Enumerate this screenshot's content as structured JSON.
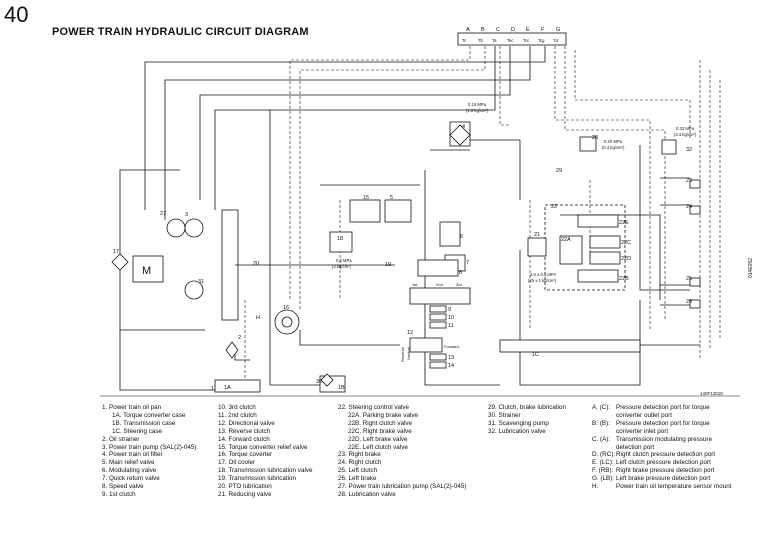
{
  "page_number": "40",
  "title": "POWER TRAIN HYDRAULIC CIRCUIT DIAGRAM",
  "figure_code": "140F12019",
  "side_code": "014E052",
  "port_letters": [
    "A",
    "B",
    "C",
    "D",
    "E",
    "F",
    "G"
  ],
  "port_symbols": [
    "Tc",
    "Tb",
    "Ta",
    "Tec",
    "Tcc",
    "Tcg",
    "Td"
  ],
  "pressure_labels": {
    "p1": "0.15 MPa",
    "p1_kg": "(1.5 kg/cm²)",
    "p2": "0.33 MPa",
    "p2_kg": "(3.4 kg/cm²)",
    "p3": "0.20 MPa",
    "p3_kg": "(0.4 kg/cm²)",
    "p4": "0.3 MPa",
    "p4_kg": "(3 kg/cm²)",
    "p5": "2.6 ± 0.1 MPA",
    "p5_kg": "(25 ± 1 kg/cm²)"
  },
  "symbols": {
    "motor": "M",
    "reverse": "Reverse",
    "neutral": "Neutral",
    "forward": "Forward",
    "first": "1st",
    "second": "2nd",
    "third": "3rd"
  },
  "part_numbers": [
    "1",
    "1A",
    "1B",
    "1C",
    "2",
    "3",
    "4",
    "5",
    "6",
    "7",
    "8",
    "9",
    "10",
    "11",
    "12",
    "13",
    "14",
    "15",
    "16",
    "17",
    "18",
    "19",
    "20",
    "21",
    "22",
    "22A",
    "22B",
    "22C",
    "22D",
    "22E",
    "23",
    "24",
    "25",
    "26",
    "27",
    "28",
    "29",
    "30",
    "31",
    "32",
    "H"
  ],
  "legend_col1": [
    {
      "text": "1.  Power train oil pan",
      "sub": false
    },
    {
      "text": "1A.  Torque converter case",
      "sub": true
    },
    {
      "text": "1B.  Transmission case",
      "sub": true
    },
    {
      "text": "1C.  Steering case",
      "sub": true
    },
    {
      "text": "2.  Oil strainer",
      "sub": false
    },
    {
      "text": "3.  Power train pump (SAL(2)-045)",
      "sub": false
    },
    {
      "text": "4.  Power train oil filter",
      "sub": false
    },
    {
      "text": "5.  Main relief valve",
      "sub": false
    },
    {
      "text": "6.  Modulating valve",
      "sub": false
    },
    {
      "text": "7.  Quick return valve",
      "sub": false
    },
    {
      "text": "8.  Speed valve",
      "sub": false
    },
    {
      "text": "9.  1st clutch",
      "sub": false
    }
  ],
  "legend_col2": [
    {
      "text": "10.  3rd clutch",
      "sub": false
    },
    {
      "text": "11.  2nd clutch",
      "sub": false
    },
    {
      "text": "12.  Directional valve",
      "sub": false
    },
    {
      "text": "13.  Reverse clutch",
      "sub": false
    },
    {
      "text": "14.  Forward clutch",
      "sub": false
    },
    {
      "text": "15.  Torque converter relief valve",
      "sub": false
    },
    {
      "text": "16.  Torque coverter",
      "sub": false
    },
    {
      "text": "17.  Oil cooler",
      "sub": false
    },
    {
      "text": "18.  Transmission lubrication valve",
      "sub": false
    },
    {
      "text": "19.  Transmission lubrication",
      "sub": false
    },
    {
      "text": "20.  PTO lubrication",
      "sub": false
    },
    {
      "text": "21.  Reducing valve",
      "sub": false
    }
  ],
  "legend_col3": [
    {
      "text": "22.  Steering control valve",
      "sub": false
    },
    {
      "text": "22A.  Parking brake valve",
      "sub": true
    },
    {
      "text": "22B.  Right clutch valve",
      "sub": true
    },
    {
      "text": "22C.  Right brake valve",
      "sub": true
    },
    {
      "text": "22D.  Left brake valve",
      "sub": true
    },
    {
      "text": "22E.  Left clutch valve",
      "sub": true
    },
    {
      "text": "23.  Right brake",
      "sub": false
    },
    {
      "text": "24.  Right clutch",
      "sub": false
    },
    {
      "text": "25.  Left clutch",
      "sub": false
    },
    {
      "text": "26.  Left brake",
      "sub": false
    },
    {
      "text": "27.  Power train lubrication pump (SAL(2)-045)",
      "sub": false
    },
    {
      "text": "28.  Lubrication valve",
      "sub": false
    }
  ],
  "legend_col4": [
    {
      "text": "29.  Clutch, brake lubrication",
      "sub": false
    },
    {
      "text": "30.  Strainer",
      "sub": false
    },
    {
      "text": "31.  Scavenging pump",
      "sub": false
    },
    {
      "text": "32.  Lubrication valve",
      "sub": false
    }
  ],
  "ports_legend": [
    {
      "key": "A. (C):",
      "desc": "Pressure detection port for torque converter outlet port"
    },
    {
      "key": "B. (B):",
      "desc": "Pressure detection port for torque converter inlet port"
    },
    {
      "key": "C. (A):",
      "desc": "Transmission modulating pressure detection port"
    },
    {
      "key": "D. (RC):",
      "desc": "Right clutch pressure detection port"
    },
    {
      "key": "E. (LC):",
      "desc": "Left clutch pressure detection port"
    },
    {
      "key": "F. (RB):",
      "desc": "Right brake pressure detection port"
    },
    {
      "key": "G. (LB):",
      "desc": "Left brake pressure detection port"
    },
    {
      "key": "H.",
      "desc": "Power train oil temperature sensor mount"
    }
  ]
}
